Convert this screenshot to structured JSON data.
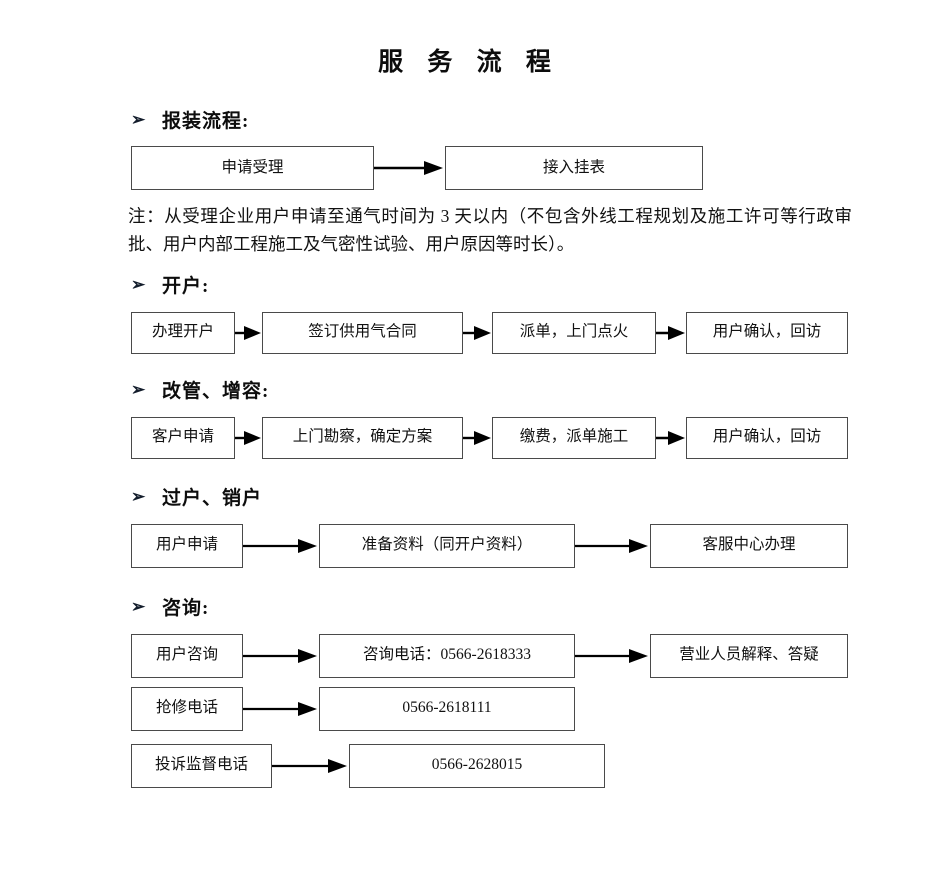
{
  "document": {
    "title": "服 务 流 程"
  },
  "sections": [
    {
      "heading": "报装流程:",
      "rows": [
        {
          "nodes": [
            "申请受理",
            "接入挂表"
          ]
        }
      ],
      "note": "注：从受理企业用户申请至通气时间为 3 天以内（不包含外线工程规划及施工许可等行政审批、用户内部工程施工及气密性试验、用户原因等时长）。"
    },
    {
      "heading": "开户:",
      "rows": [
        {
          "nodes": [
            "办理开户",
            "签订供用气合同",
            "派单，上门点火",
            "用户确认，回访"
          ]
        }
      ]
    },
    {
      "heading": "改管、增容:",
      "rows": [
        {
          "nodes": [
            "客户申请",
            "上门勘察，确定方案",
            "缴费，派单施工",
            "用户确认，回访"
          ]
        }
      ]
    },
    {
      "heading": "过户、销户",
      "rows": [
        {
          "nodes": [
            "用户申请",
            "准备资料（同开户资料）",
            "客服中心办理"
          ]
        }
      ]
    },
    {
      "heading": "咨询:",
      "rows": [
        {
          "nodes": [
            "用户咨询",
            "咨询电话：0566-2618333",
            "营业人员解释、答疑"
          ]
        },
        {
          "nodes": [
            "抢修电话",
            "0566-2618111"
          ]
        },
        {
          "nodes": [
            "投诉监督电话",
            "0566-2628015"
          ]
        }
      ]
    }
  ],
  "icons": {
    "bullet": "➢"
  },
  "colors": {
    "text": "#111111",
    "box_border": "#4a4a4a",
    "arrow": "#000000",
    "background": "#ffffff"
  }
}
